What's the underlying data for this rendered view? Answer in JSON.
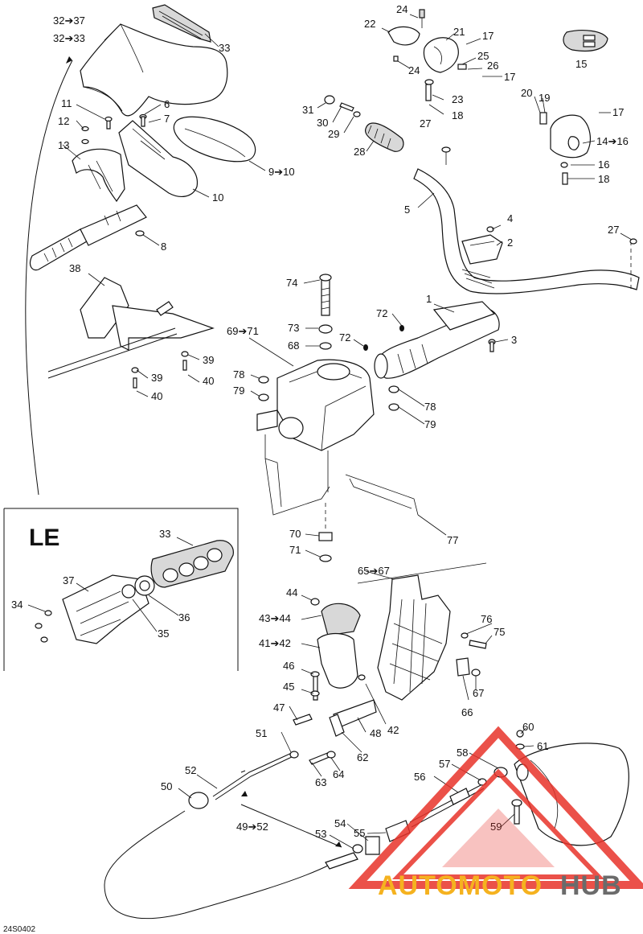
{
  "diagram": {
    "doc_code": "24S0402",
    "inset_title": "LE",
    "watermark": {
      "text_a": "AUTOMOTO",
      "text_b": "HUB",
      "color_a": "#f5b21f",
      "color_b": "#6b6b6b",
      "triangle_color": "#e8332a"
    },
    "callouts": [
      {
        "id": "c1",
        "text": "32➔37"
      },
      {
        "id": "c2",
        "text": "32➔33"
      },
      {
        "id": "c3",
        "text": "33"
      },
      {
        "id": "c4",
        "text": "24"
      },
      {
        "id": "c5",
        "text": "22"
      },
      {
        "id": "c6",
        "text": "21"
      },
      {
        "id": "c7",
        "text": "17"
      },
      {
        "id": "c8",
        "text": "25"
      },
      {
        "id": "c9",
        "text": "26"
      },
      {
        "id": "c10",
        "text": "17"
      },
      {
        "id": "c11",
        "text": "24"
      },
      {
        "id": "c12",
        "text": "23"
      },
      {
        "id": "c13",
        "text": "18"
      },
      {
        "id": "c14",
        "text": "15"
      },
      {
        "id": "c15",
        "text": "11"
      },
      {
        "id": "c16",
        "text": "6"
      },
      {
        "id": "c17",
        "text": "12"
      },
      {
        "id": "c18",
        "text": "7"
      },
      {
        "id": "c19",
        "text": "13"
      },
      {
        "id": "c20",
        "text": "9➔10"
      },
      {
        "id": "c21",
        "text": "10"
      },
      {
        "id": "c22",
        "text": "8"
      },
      {
        "id": "c23",
        "text": "31"
      },
      {
        "id": "c24",
        "text": "30"
      },
      {
        "id": "c25",
        "text": "29"
      },
      {
        "id": "c26",
        "text": "28"
      },
      {
        "id": "c27",
        "text": "27"
      },
      {
        "id": "c28",
        "text": "20"
      },
      {
        "id": "c29",
        "text": "19"
      },
      {
        "id": "c30",
        "text": "17"
      },
      {
        "id": "c31",
        "text": "14➔16"
      },
      {
        "id": "c32",
        "text": "16"
      },
      {
        "id": "c33",
        "text": "18"
      },
      {
        "id": "c34",
        "text": "5"
      },
      {
        "id": "c35",
        "text": "4"
      },
      {
        "id": "c36",
        "text": "2"
      },
      {
        "id": "c37",
        "text": "27"
      },
      {
        "id": "c38",
        "text": "38"
      },
      {
        "id": "c39",
        "text": "74"
      },
      {
        "id": "c40",
        "text": "1"
      },
      {
        "id": "c41",
        "text": "72"
      },
      {
        "id": "c42",
        "text": "3"
      },
      {
        "id": "c43",
        "text": "73"
      },
      {
        "id": "c44",
        "text": "72"
      },
      {
        "id": "c45",
        "text": "69➔71"
      },
      {
        "id": "c46",
        "text": "68"
      },
      {
        "id": "c47",
        "text": "39"
      },
      {
        "id": "c48",
        "text": "39"
      },
      {
        "id": "c49",
        "text": "40"
      },
      {
        "id": "c50",
        "text": "40"
      },
      {
        "id": "c51",
        "text": "78"
      },
      {
        "id": "c52",
        "text": "79"
      },
      {
        "id": "c53",
        "text": "78"
      },
      {
        "id": "c54",
        "text": "79"
      },
      {
        "id": "c55",
        "text": "33"
      },
      {
        "id": "c56",
        "text": "37"
      },
      {
        "id": "c57",
        "text": "34"
      },
      {
        "id": "c58",
        "text": "36"
      },
      {
        "id": "c59",
        "text": "35"
      },
      {
        "id": "c60",
        "text": "70"
      },
      {
        "id": "c61",
        "text": "71"
      },
      {
        "id": "c62",
        "text": "77"
      },
      {
        "id": "c63",
        "text": "65➔67"
      },
      {
        "id": "c64",
        "text": "44"
      },
      {
        "id": "c65",
        "text": "43➔44"
      },
      {
        "id": "c66",
        "text": "76"
      },
      {
        "id": "c67",
        "text": "75"
      },
      {
        "id": "c68",
        "text": "41➔42"
      },
      {
        "id": "c69",
        "text": "46"
      },
      {
        "id": "c70",
        "text": "45"
      },
      {
        "id": "c71",
        "text": "67"
      },
      {
        "id": "c72",
        "text": "47"
      },
      {
        "id": "c73",
        "text": "48"
      },
      {
        "id": "c74",
        "text": "42"
      },
      {
        "id": "c75",
        "text": "66"
      },
      {
        "id": "c76",
        "text": "51"
      },
      {
        "id": "c77",
        "text": "62"
      },
      {
        "id": "c78",
        "text": "60"
      },
      {
        "id": "c79",
        "text": "61"
      },
      {
        "id": "c80",
        "text": "52"
      },
      {
        "id": "c81",
        "text": "63"
      },
      {
        "id": "c82",
        "text": "64"
      },
      {
        "id": "c83",
        "text": "58"
      },
      {
        "id": "c84",
        "text": "57"
      },
      {
        "id": "c85",
        "text": "50"
      },
      {
        "id": "c86",
        "text": "56"
      },
      {
        "id": "c87",
        "text": "49➔52"
      },
      {
        "id": "c88",
        "text": "59"
      },
      {
        "id": "c89",
        "text": "55"
      },
      {
        "id": "c90",
        "text": "54"
      },
      {
        "id": "c91",
        "text": "53"
      }
    ]
  }
}
